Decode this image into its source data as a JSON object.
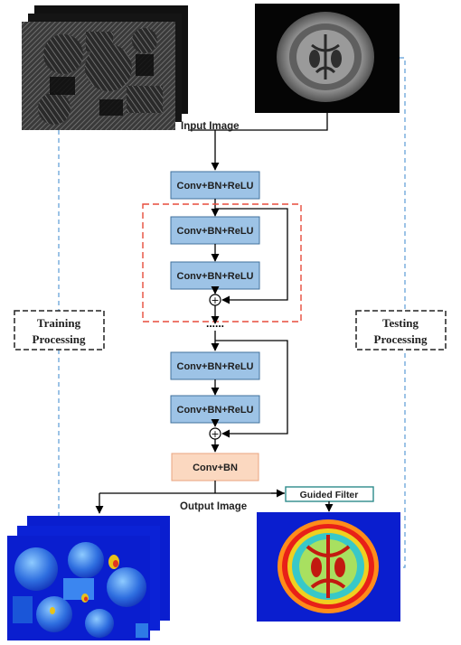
{
  "labels": {
    "input_image": "Input Image",
    "output_image": "Output Image",
    "guided_filter": "Guided Filter",
    "training": [
      "Training",
      "Processing"
    ],
    "testing": [
      "Testing",
      "Processing"
    ],
    "ellipsis": "......",
    "sum_symbol": "+"
  },
  "blocks": [
    "Conv+BN+ReLU",
    "Conv+BN+ReLU",
    "Conv+BN+ReLU",
    "Conv+BN+ReLU",
    "Conv+BN+ReLU",
    "Conv+BN"
  ],
  "colors": {
    "conv_block": "#9dc3e6",
    "output_block": "#fbd8c0",
    "residual_highlight": "#e74c3c",
    "dashed_link": "#5b9bd5",
    "output_map_bg": "#0a1ecf"
  }
}
